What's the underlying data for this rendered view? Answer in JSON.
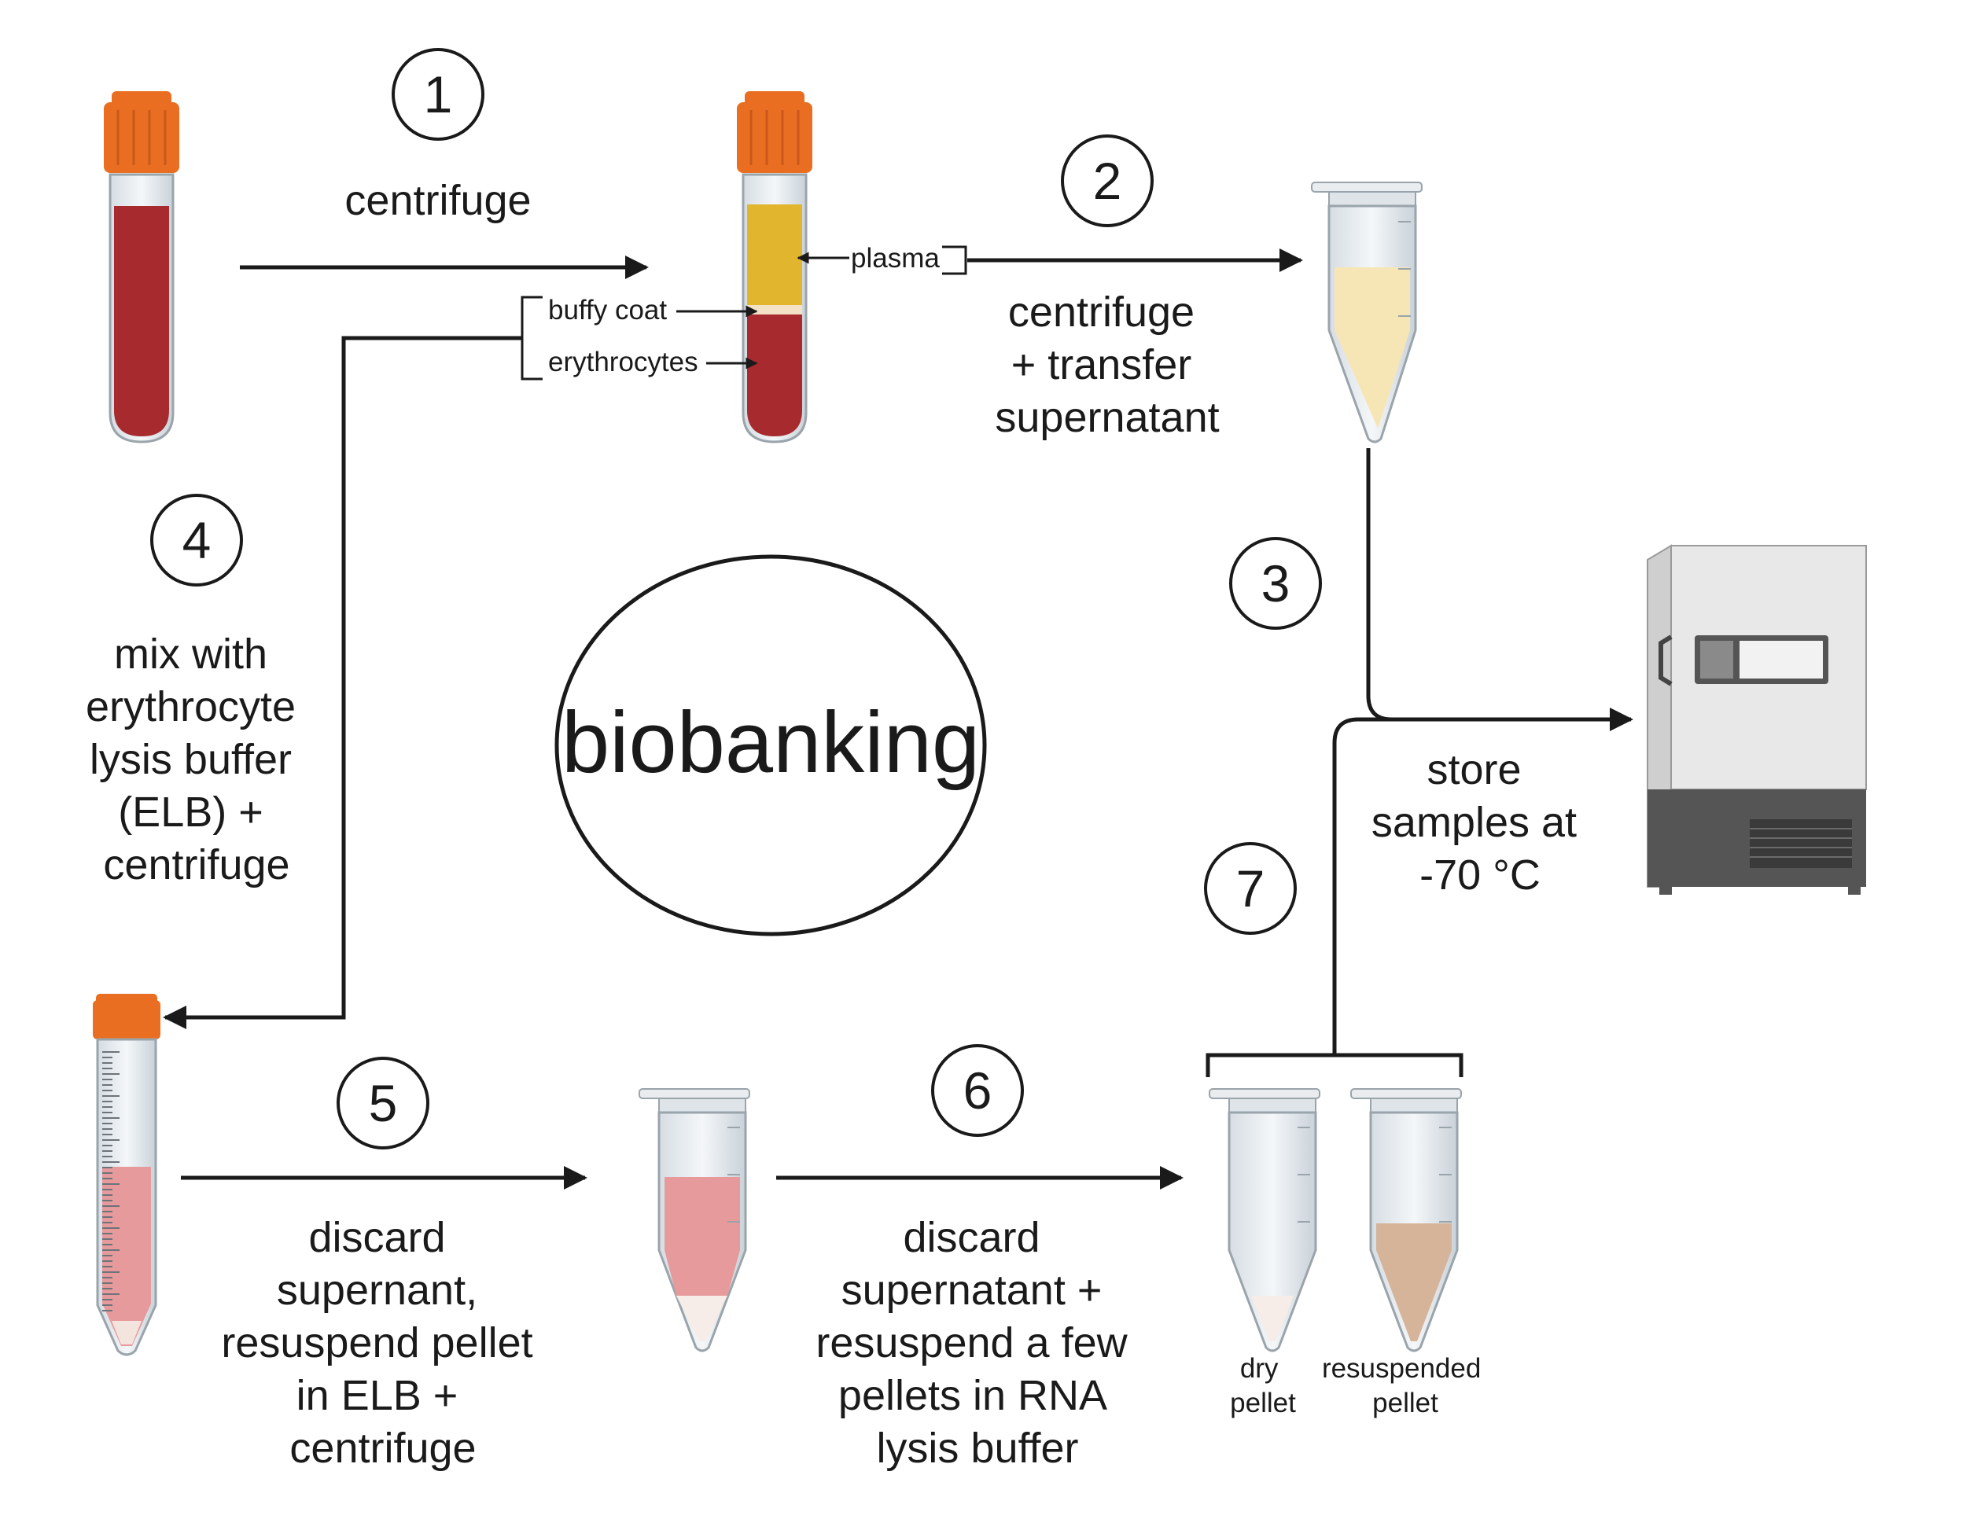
{
  "title": "biobanking",
  "colors": {
    "blood": "#a62a2e",
    "plasma": "#e2b52f",
    "cap": "#e96e22",
    "pink_sample": "#e69a9c",
    "tan_pellet": "#d6b49a",
    "plasma_tube": "#f7e6b5",
    "freezer_body": "#e8e8e8",
    "freezer_base": "#555555"
  },
  "steps": [
    {
      "number": "1",
      "label": [
        "centrifuge"
      ]
    },
    {
      "number": "2",
      "label": [
        "centrifuge",
        "+ transfer",
        "supernatant"
      ]
    },
    {
      "number": "3",
      "label": []
    },
    {
      "number": "4",
      "label": [
        "mix with",
        "erythrocyte",
        "lysis buffer",
        "(ELB) +",
        "centrifuge"
      ]
    },
    {
      "number": "5",
      "label": [
        "discard",
        "supernant,",
        "resuspend pellet",
        "in ELB +",
        "centrifuge"
      ]
    },
    {
      "number": "6",
      "label": [
        "discard",
        "supernatant +",
        "resuspend a few",
        "pellets in RNA",
        "lysis buffer"
      ]
    },
    {
      "number": "7",
      "label": []
    }
  ],
  "layers": {
    "plasma": "plasma",
    "buffy_coat": "buffy coat",
    "erythrocytes": "erythrocytes"
  },
  "storage": [
    "store",
    "samples at",
    "-70 °C"
  ],
  "pellets": {
    "dry": [
      "dry",
      "pellet"
    ],
    "resuspended": [
      "resuspended",
      "pellet"
    ]
  },
  "icons": [
    "blood-tube-icon",
    "centrifuged-tube-icon",
    "plasma-microtube-icon",
    "freezer-icon",
    "falcon-tube-icon",
    "microtube-icon"
  ]
}
